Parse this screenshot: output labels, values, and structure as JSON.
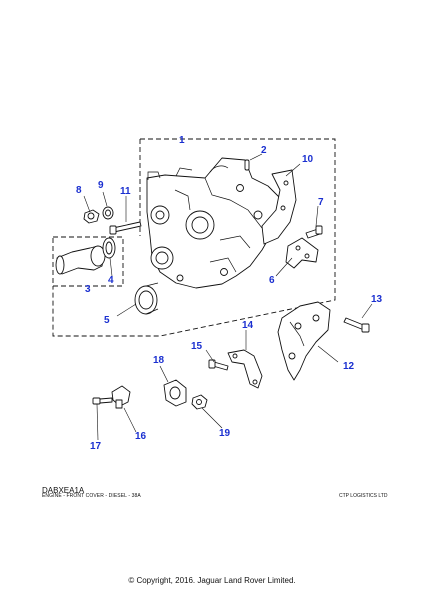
{
  "diagram": {
    "code": "DABXEA1A",
    "caption": "ENGINE - FRONT COVER - DIESEL - 38A",
    "publisher": "CTP LOGISTICS LTD",
    "copyright": "© Copyright, 2016. Jaguar Land Rover Limited.",
    "callouts": [
      "1",
      "2",
      "3",
      "4",
      "5",
      "6",
      "7",
      "8",
      "9",
      "10",
      "11",
      "12",
      "13",
      "14",
      "15",
      "16",
      "17",
      "18",
      "19"
    ],
    "callout_color": "#1a2fd0"
  }
}
